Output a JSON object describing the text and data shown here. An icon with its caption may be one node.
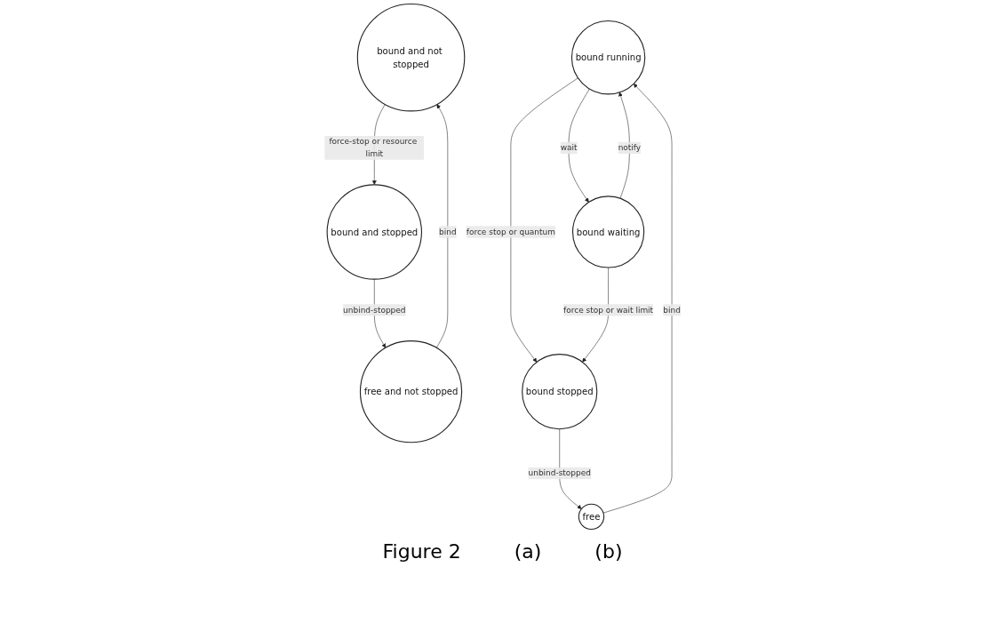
{
  "diagram": {
    "nodes": [
      {
        "text": [
          "bound and not stopped"
        ]
      },
      {
        "text": [
          "bound and stopped"
        ]
      },
      {
        "text": [
          "free and not stopped"
        ]
      },
      {
        "text": [
          "bound running"
        ]
      },
      {
        "text": [
          "bound waiting"
        ]
      },
      {
        "text": [
          "bound stopped"
        ]
      },
      {
        "text": [
          "free"
        ]
      }
    ],
    "edges": [
      {
        "from": 0,
        "to": 1,
        "arrow": "to",
        "label": "force-stop or resource limit"
      },
      {
        "from": 1,
        "to": 2,
        "arrow": "to",
        "label": "unbind-stopped"
      },
      {
        "from": 2,
        "to": 0,
        "arrow": "to",
        "label": "bind"
      },
      {
        "from": 3,
        "to": 4,
        "arrow": "to",
        "label": "wait"
      },
      {
        "from": 4,
        "to": 3,
        "arrow": "to",
        "label": "notify"
      },
      {
        "from": 3,
        "to": 5,
        "arrow": "to",
        "label": "force stop or quantum"
      },
      {
        "from": 4,
        "to": 5,
        "arrow": "to",
        "label": "force stop or wait limit"
      },
      {
        "from": 5,
        "to": 6,
        "arrow": "to",
        "label": "unbind-stopped"
      },
      {
        "from": 6,
        "to": 3,
        "arrow": "to",
        "label": "bind"
      }
    ],
    "labels": [
      "Figure 2",
      "(a)",
      "(b)"
    ]
  }
}
